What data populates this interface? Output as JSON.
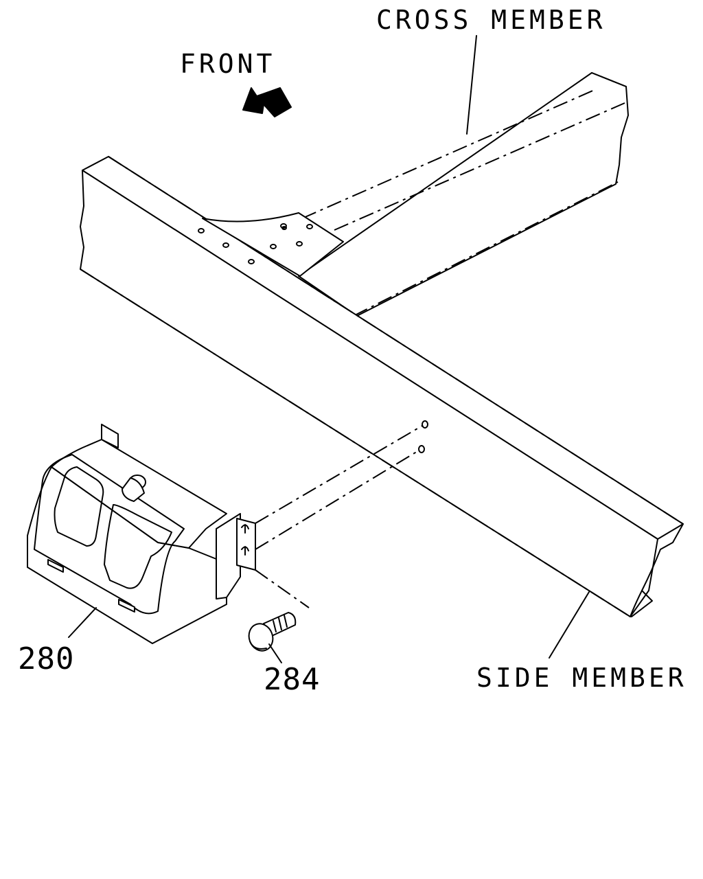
{
  "labels": {
    "cross_member": "CROSS MEMBER",
    "front": "FRONT",
    "side_member": "SIDE MEMBER",
    "part_280": "280",
    "part_284": "284"
  },
  "icons": {
    "front_arrow": "arrow-up-left"
  },
  "colors": {
    "line": "#000000",
    "background": "#ffffff"
  }
}
